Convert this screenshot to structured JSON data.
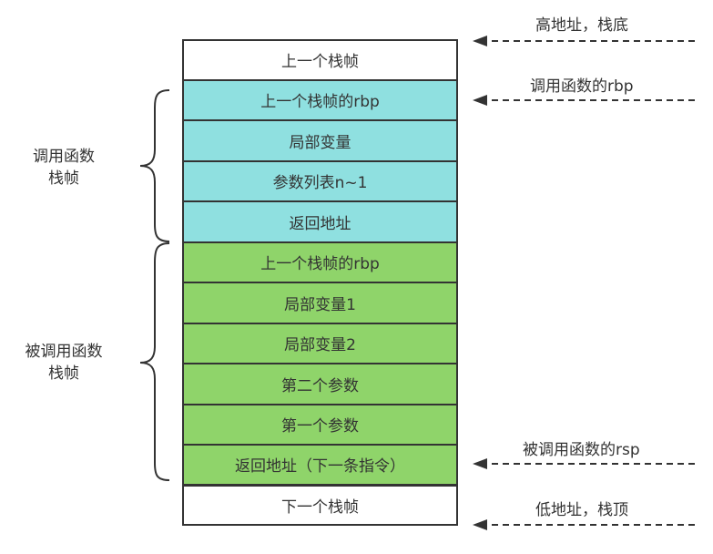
{
  "stack_cells": [
    {
      "label": "上一个栈帧",
      "style": "plain"
    },
    {
      "label": "上一个栈帧的rbp",
      "style": "teal"
    },
    {
      "label": "局部变量",
      "style": "teal"
    },
    {
      "label": "参数列表n~1",
      "style": "teal"
    },
    {
      "label": "返回地址",
      "style": "teal"
    },
    {
      "label": "上一个栈帧的rbp",
      "style": "green"
    },
    {
      "label": "局部变量1",
      "style": "green"
    },
    {
      "label": "局部变量2",
      "style": "green"
    },
    {
      "label": "第二个参数",
      "style": "green"
    },
    {
      "label": "第一个参数",
      "style": "green"
    },
    {
      "label": "返回地址（下一条指令）",
      "style": "green"
    },
    {
      "label": "下一个栈帧",
      "style": "plain"
    }
  ],
  "groups": {
    "caller": {
      "line1": "调用函数",
      "line2": "栈帧"
    },
    "callee": {
      "line1": "被调用函数",
      "line2": "栈帧"
    }
  },
  "pointers": {
    "high_address": "高地址，栈底",
    "caller_rbp": "调用函数的rbp",
    "callee_rsp": "被调用函数的rsp",
    "low_address": "低地址，栈顶"
  },
  "colors": {
    "caller_frame": "#8fe0e0",
    "callee_frame": "#8fd46a",
    "outline": "#333333"
  }
}
